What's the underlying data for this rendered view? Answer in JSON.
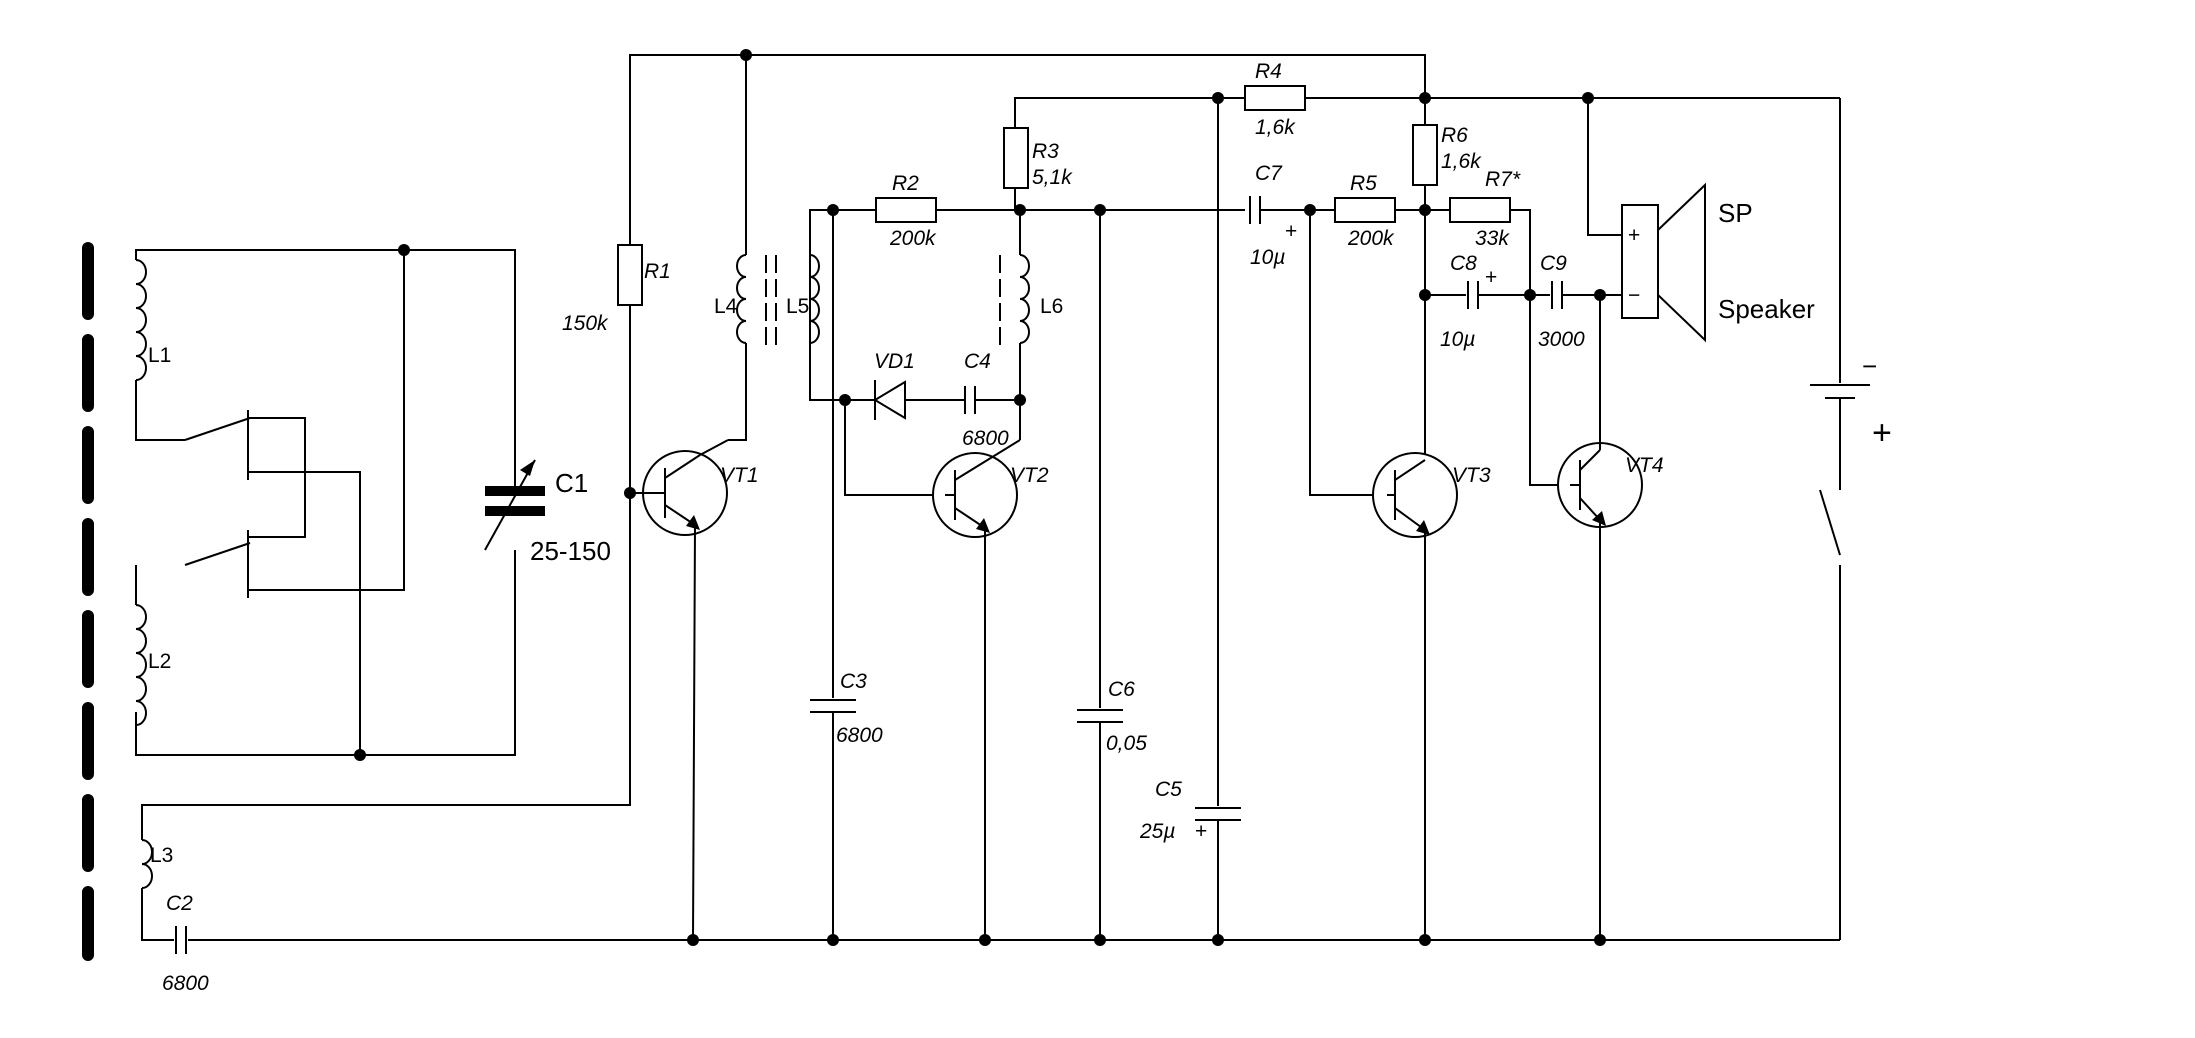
{
  "labels": {
    "l1": "L1",
    "l2": "L2",
    "l3": "L3",
    "l4": "L4",
    "l5": "L5",
    "l6": "L6",
    "c1": "C1",
    "c1_range": "25-150",
    "c2": "C2",
    "c2_value": "6800",
    "r1": "R1",
    "r1_value": "150k",
    "vt1": "VT1",
    "vt2": "VT2",
    "vt3": "VT3",
    "vt4": "VT4",
    "r2": "R2",
    "r2_value": "200k",
    "r3": "R3",
    "r3_value": "5,1k",
    "vd1": "VD1",
    "c4": "C4",
    "c4_value": "6800",
    "c3": "C3",
    "c3_value": "6800",
    "c6": "C6",
    "c6_value": "0,05",
    "r4": "R4",
    "r4_value": "1,6k",
    "c5": "C5",
    "c5_value": "25µ",
    "c7": "C7",
    "c7_value": "10µ",
    "r5": "R5",
    "r5_value": "200k",
    "r6": "R6",
    "r6_value": "1,6k",
    "r7": "R7*",
    "r7_value": "33k",
    "c8": "C8",
    "c8_value": "10µ",
    "c9": "C9",
    "c9_value": "3000",
    "sp": "SP",
    "speaker": "Speaker",
    "plus": "+",
    "minus": "−"
  }
}
